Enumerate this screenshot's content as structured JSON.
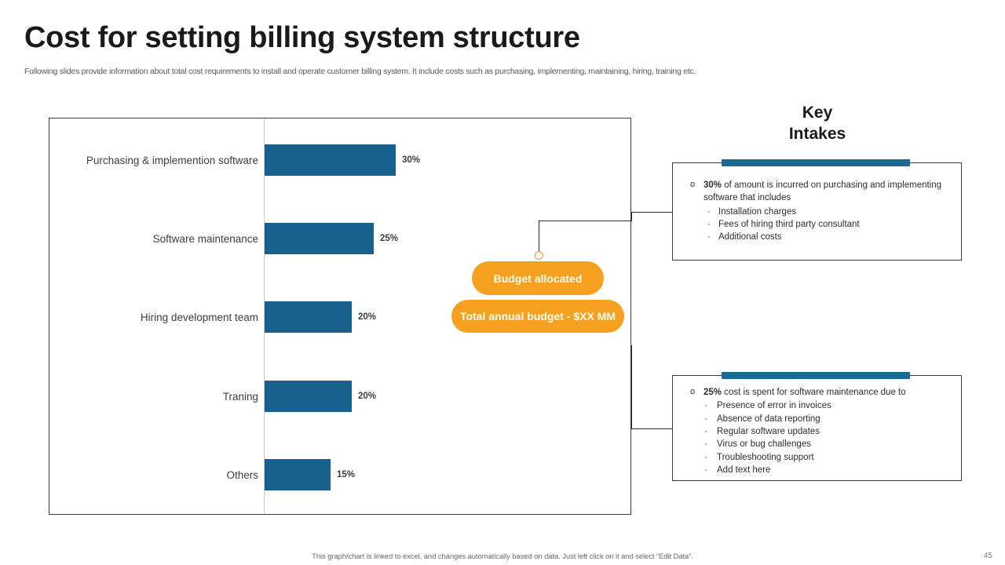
{
  "header": {
    "title": "Cost for setting billing system structure",
    "subtitle": "Following slides provide information about total cost requirements to install and operate customer billing system. It include costs such as purchasing, implementing, maintaining, hiring, training etc."
  },
  "chart_data": {
    "type": "bar",
    "orientation": "horizontal",
    "title": "",
    "xlabel": "",
    "ylabel": "",
    "grid": false,
    "legend": false,
    "xlim": [
      0,
      35
    ],
    "categories": [
      "Purchasing & implemention software",
      "Software maintenance",
      "Hiring development team",
      "Traning",
      "Others"
    ],
    "values": [
      30,
      25,
      20,
      20,
      15
    ],
    "value_labels": [
      "30%",
      "25%",
      "20%",
      "20%",
      "15%"
    ],
    "series_color": "#19618d"
  },
  "callouts": {
    "budget_allocated": "Budget allocated",
    "total_annual_budget": "Total annual budget - $XX MM",
    "color": "#f5a01e"
  },
  "key_intakes": {
    "heading_line1": "Key",
    "heading_line2": "Intakes",
    "accent_color": "#1b6a96",
    "boxes": [
      {
        "lead_bold": "30%",
        "lead_text": " of amount is incurred on purchasing and implementing software that includes",
        "items": [
          "Installation charges",
          "Fees of hiring third party consultant",
          "Additional costs"
        ]
      },
      {
        "lead_bold": "25%",
        "lead_text": " cost is spent for software maintenance due to",
        "items": [
          "Presence of error in invoices",
          "Absence of data reporting",
          "Regular software updates",
          "Virus or bug challenges",
          "Troubleshooting support",
          "Add text here"
        ]
      }
    ]
  },
  "footer": {
    "note": "This graph/chart is linked to excel, and changes automatically based on data. Just left click on it and select “Edit Data”.",
    "page_number": "45"
  }
}
